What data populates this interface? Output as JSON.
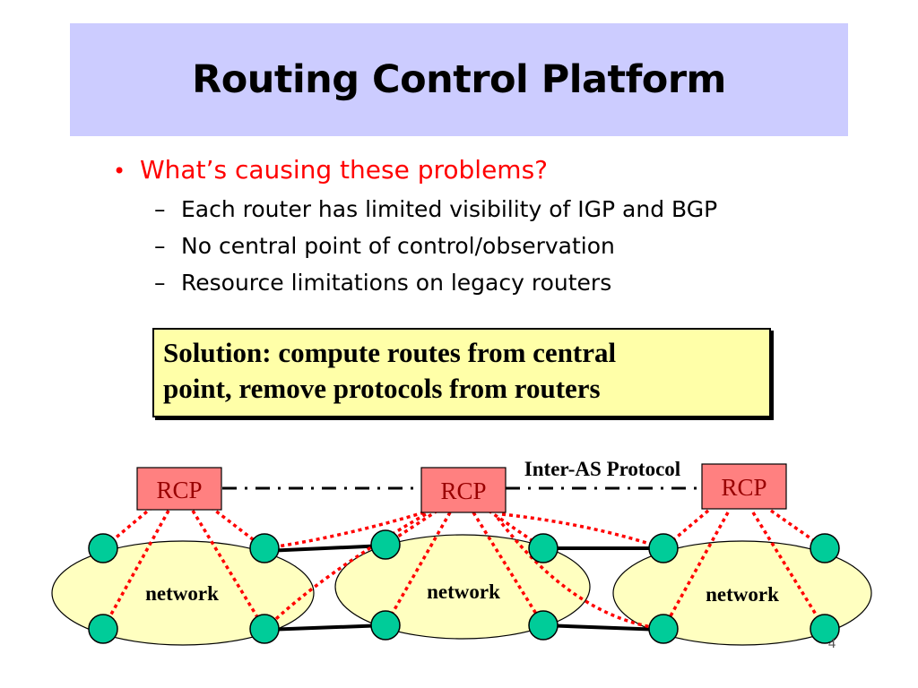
{
  "title": "Routing Control Platform",
  "bullet": {
    "marker": "•",
    "text": "What’s causing these problems?",
    "subs": [
      "Each router has limited visibility of IGP and BGP",
      "No central point of control/observation",
      "Resource limitations on legacy routers"
    ],
    "sub_marker": "–"
  },
  "solution": "Solution: compute routes from central\npoint, remove protocols from routers",
  "diagram": {
    "rcp_labels": [
      "RCP",
      "RCP",
      "RCP"
    ],
    "network_labels": [
      "network",
      "network",
      "network"
    ],
    "inter_as_label": "Inter-AS Protocol"
  },
  "colors": {
    "title_bg": "#ccccff",
    "bullet_text": "#ff0000",
    "solution_bg": "#ffffa8",
    "rcp_fill": "#ff8080",
    "rcp_text": "#990000",
    "network_fill": "#ffffc0",
    "router_fill": "#00cc99",
    "control_link": "#ff0000"
  },
  "page_number": "4"
}
